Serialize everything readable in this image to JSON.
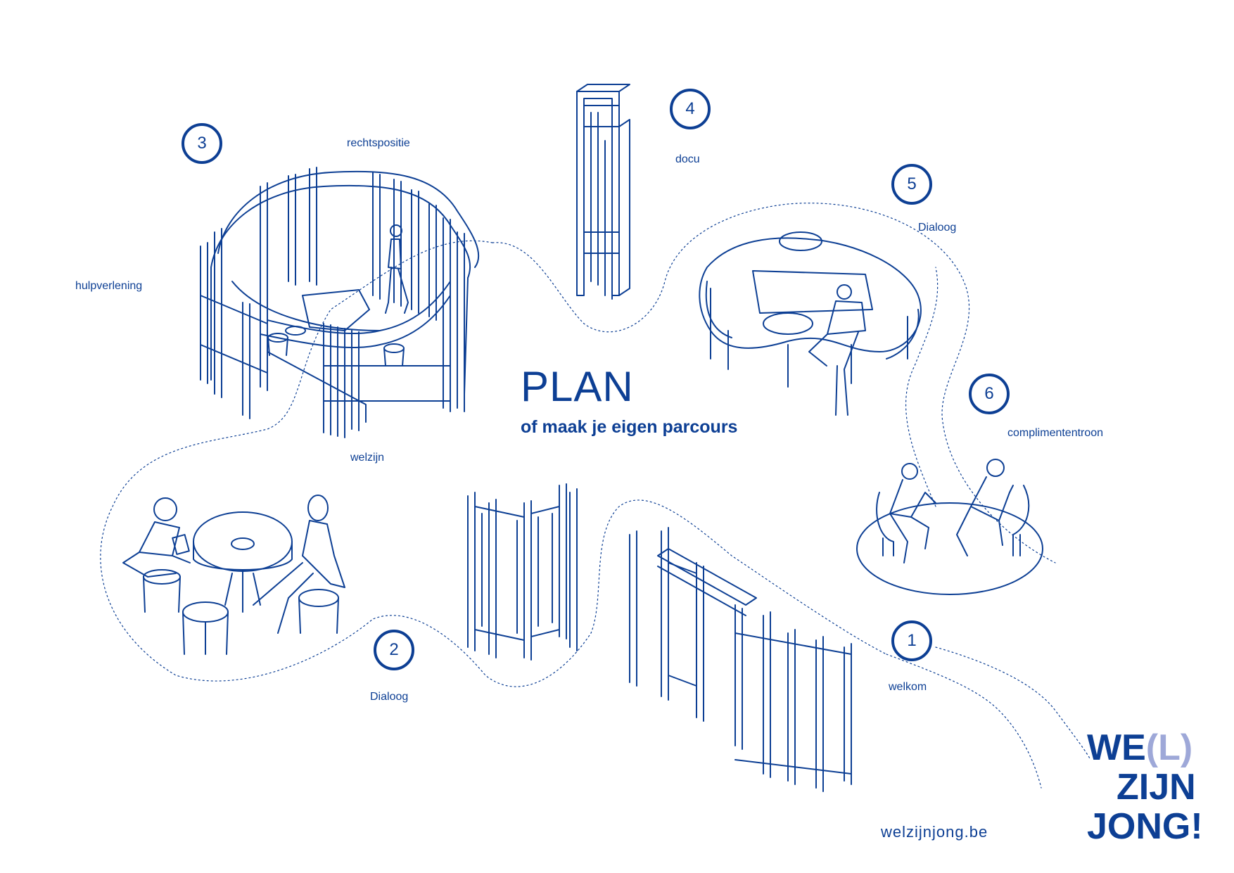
{
  "plan": {
    "title": "PLAN",
    "subtitle": "of maak je eigen parcours"
  },
  "stations": [
    {
      "number": "1",
      "label": "welkom"
    },
    {
      "number": "2",
      "label": "Dialoog"
    },
    {
      "number": "3",
      "label": "welzijn"
    },
    {
      "number": "4",
      "label": "docu"
    },
    {
      "number": "5",
      "label": "Dialoog"
    },
    {
      "number": "6",
      "label": "complimententroon"
    }
  ],
  "extra_labels": {
    "rechtspositie": "rechtspositie",
    "hulpverlening": "hulpverlening"
  },
  "website": "welzijnjong.be",
  "logo": {
    "line1_a": "WE",
    "line1_paren": "(L)",
    "line2": "ZIJN",
    "line3": "JONG!"
  },
  "colors": {
    "ink": "#0d3f94",
    "logo_accent": "#9ea8d8",
    "background": "#ffffff"
  }
}
